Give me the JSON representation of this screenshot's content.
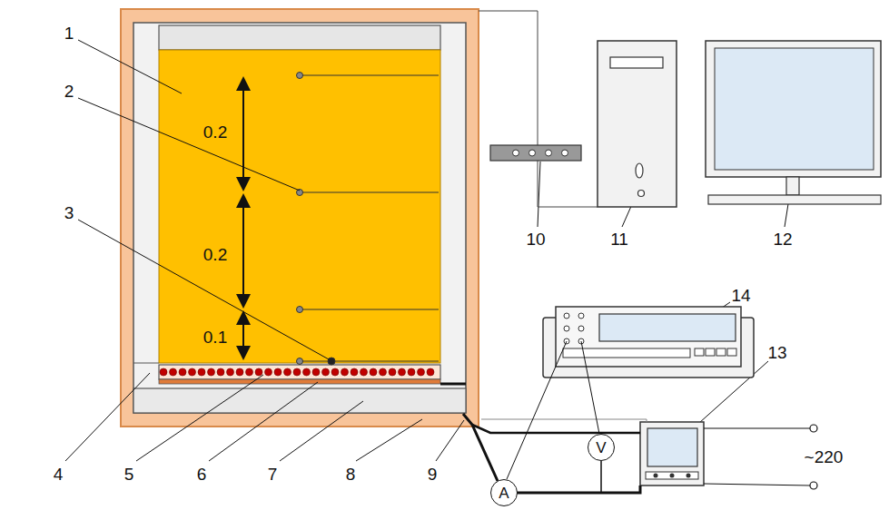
{
  "diagram": {
    "nodes": [
      {
        "text": [
          "V"
        ]
      },
      {
        "text": [
          "A"
        ]
      }
    ],
    "labels": [
      "1",
      "2",
      "3",
      "0.2",
      "0.2",
      "0.1",
      "4",
      "5",
      "6",
      "7",
      "8",
      "9",
      "10",
      "11",
      "12",
      "13",
      "14",
      "~220"
    ]
  }
}
